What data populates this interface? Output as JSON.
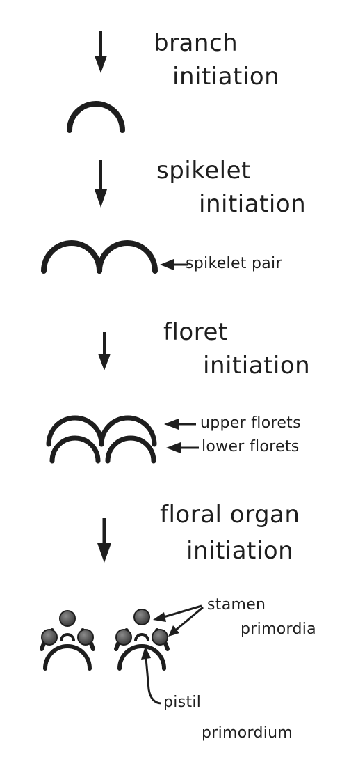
{
  "stages": [
    {
      "line1": "branch",
      "line2": "initiation"
    },
    {
      "line1": "spikelet",
      "line2": "initiation"
    },
    {
      "line1": "floret",
      "line2": "initiation"
    },
    {
      "line1": "floral organ",
      "line2": "initiation"
    }
  ],
  "annotations": {
    "spikelet_pair": "spikelet  pair",
    "upper_florets": "upper  florets",
    "lower_florets": "lower  florets",
    "stamen_line1": "stamen",
    "stamen_line2": "primordia",
    "pistil_line1": "pistil",
    "pistil_line2": "primordium"
  }
}
